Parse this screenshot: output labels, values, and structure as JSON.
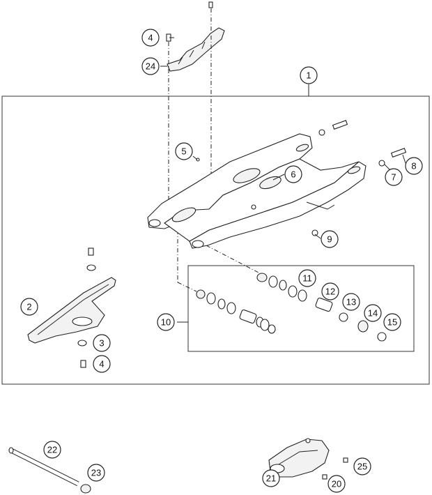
{
  "callouts": [
    {
      "id": "c1",
      "label": "1"
    },
    {
      "id": "c2",
      "label": "2"
    },
    {
      "id": "c3",
      "label": "3"
    },
    {
      "id": "c4a",
      "label": "4"
    },
    {
      "id": "c4b",
      "label": "4"
    },
    {
      "id": "c5",
      "label": "5"
    },
    {
      "id": "c6",
      "label": "6"
    },
    {
      "id": "c7",
      "label": "7"
    },
    {
      "id": "c8",
      "label": "8"
    },
    {
      "id": "c9",
      "label": "9"
    },
    {
      "id": "c10",
      "label": "10"
    },
    {
      "id": "c11",
      "label": "11"
    },
    {
      "id": "c12",
      "label": "12"
    },
    {
      "id": "c13",
      "label": "13"
    },
    {
      "id": "c14",
      "label": "14"
    },
    {
      "id": "c15",
      "label": "15"
    },
    {
      "id": "c20",
      "label": "20"
    },
    {
      "id": "c21",
      "label": "21"
    },
    {
      "id": "c22",
      "label": "22"
    },
    {
      "id": "c23",
      "label": "23"
    },
    {
      "id": "c24",
      "label": "24"
    },
    {
      "id": "c25",
      "label": "25"
    }
  ]
}
